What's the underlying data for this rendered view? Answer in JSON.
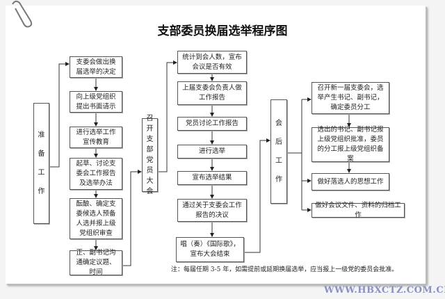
{
  "title": "支部委员换届选举程序图",
  "stages": {
    "prep": {
      "label": [
        "准",
        "备",
        "工",
        "作"
      ],
      "steps": [
        "支委会做出换届选举的决定",
        "向上级党组织提出书面请示",
        "进行选举工作宣传教育",
        "起草、讨论支委会工作报告及选举办法",
        "酝酿、确定支委候选人预备人选并报上级党组织审查",
        "正、副书记沟通确定议题、时间"
      ]
    },
    "meeting": {
      "label": [
        "召",
        "开",
        "支",
        "部",
        "党",
        "员",
        "大",
        "会"
      ],
      "steps": [
        "统计到会人数，宣布会议是否有效",
        "上届支委会负责人做工作报告",
        "党员讨论工作报告",
        "进行选举",
        "宣布选举结果",
        "通过关于支委会工作报告的决议",
        "唱（奏）《国际歌》，宣布大会结束"
      ]
    },
    "post": {
      "label": [
        "会",
        "后",
        "工",
        "作"
      ],
      "steps": [
        "召开新一届支委会，选举产生书记、副书记，确定委员分工",
        "选出的书记、副书记报上级党组织批准，委员的分工报上级党组织备案",
        "做好落选人的思想工作",
        "做好会议文件、资料的归档工作"
      ]
    }
  },
  "note": "注：每届任期 3-5 年，如需提前或延期换届选举，应当报上一级党的委员会批准。",
  "watermark": "WWW.HBXCTZ.COM.CN",
  "colors": {
    "line": "#333333",
    "watermark": "#8a8fc4",
    "border": "#555555"
  }
}
